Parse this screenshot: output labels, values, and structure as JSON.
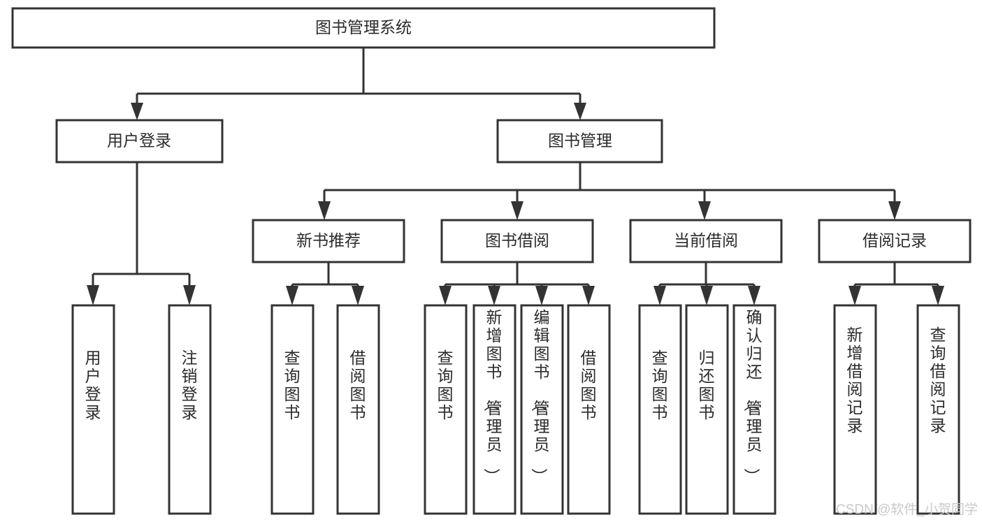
{
  "diagram": {
    "title": "图书管理系统",
    "type": "hierarchy-tree",
    "orientation": "top-down",
    "colors": {
      "box_fill": "#ffffff",
      "box_stroke": "#333333",
      "text": "#2b2b2b",
      "background": "#ffffff",
      "watermark": "#c9c9c9"
    },
    "levels": [
      {
        "level": 1,
        "nodes": [
          {
            "id": "root",
            "label": "图书管理系统",
            "orientation": "horizontal"
          }
        ]
      },
      {
        "level": 2,
        "nodes": [
          {
            "id": "user-login",
            "label": "用户登录",
            "orientation": "horizontal",
            "parent": "root"
          },
          {
            "id": "book-manage",
            "label": "图书管理",
            "orientation": "horizontal",
            "parent": "root"
          }
        ]
      },
      {
        "level": 3,
        "nodes": [
          {
            "id": "new-book-recommend",
            "label": "新书推荐",
            "orientation": "horizontal",
            "parent": "book-manage"
          },
          {
            "id": "book-borrow",
            "label": "图书借阅",
            "orientation": "horizontal",
            "parent": "book-manage"
          },
          {
            "id": "current-borrow",
            "label": "当前借阅",
            "orientation": "horizontal",
            "parent": "book-manage"
          },
          {
            "id": "borrow-record",
            "label": "借阅记录",
            "orientation": "horizontal",
            "parent": "book-manage"
          }
        ]
      },
      {
        "level": 4,
        "nodes": [
          {
            "id": "leaf-user-login",
            "label": "用户登录",
            "orientation": "vertical",
            "parent": "user-login"
          },
          {
            "id": "leaf-logout",
            "label": "注销登录",
            "orientation": "vertical",
            "parent": "user-login"
          },
          {
            "id": "leaf-query-book-1",
            "label": "查询图书",
            "orientation": "vertical",
            "parent": "new-book-recommend"
          },
          {
            "id": "leaf-borrow-book-1",
            "label": "借阅图书",
            "orientation": "vertical",
            "parent": "new-book-recommend"
          },
          {
            "id": "leaf-query-book-2",
            "label": "查询图书",
            "orientation": "vertical",
            "parent": "book-borrow"
          },
          {
            "id": "leaf-add-book",
            "label": "新增图书（管理员）",
            "orientation": "vertical",
            "parent": "book-borrow"
          },
          {
            "id": "leaf-edit-book",
            "label": "编辑图书（管理员）",
            "orientation": "vertical",
            "parent": "book-borrow"
          },
          {
            "id": "leaf-borrow-book-2",
            "label": "借阅图书",
            "orientation": "vertical",
            "parent": "book-borrow"
          },
          {
            "id": "leaf-query-book-3",
            "label": "查询图书",
            "orientation": "vertical",
            "parent": "current-borrow"
          },
          {
            "id": "leaf-return-book",
            "label": "归还图书",
            "orientation": "vertical",
            "parent": "current-borrow"
          },
          {
            "id": "leaf-confirm-return",
            "label": "确认归还（管理员）",
            "orientation": "vertical",
            "parent": "current-borrow"
          },
          {
            "id": "leaf-add-record",
            "label": "新增借阅记录",
            "orientation": "vertical",
            "parent": "borrow-record"
          },
          {
            "id": "leaf-query-record",
            "label": "查询借阅记录",
            "orientation": "vertical",
            "parent": "borrow-record"
          }
        ]
      }
    ]
  },
  "watermark": {
    "text": "CSDN @软件_小贺同学"
  }
}
